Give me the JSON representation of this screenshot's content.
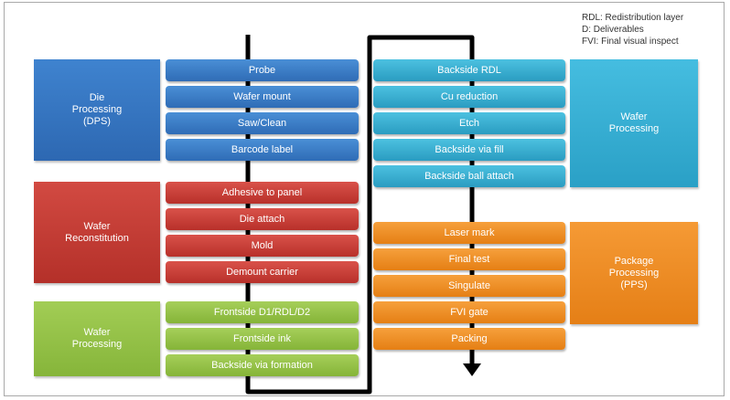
{
  "legend": [
    "RDL: Redistribution layer",
    "D: Deliverables",
    "FVI: Final visual inspect"
  ],
  "groups": {
    "dps": {
      "label": "Die\nProcessing\n(DPS)",
      "steps": [
        "Probe",
        "Wafer mount",
        "Saw/Clean",
        "Barcode label"
      ]
    },
    "reconstitution": {
      "label": "Wafer\nReconstitution",
      "steps": [
        "Adhesive to panel",
        "Die attach",
        "Mold",
        "Demount carrier"
      ]
    },
    "wafer_front": {
      "label": "Wafer\nProcessing",
      "steps": [
        "Frontside D1/RDL/D2",
        "Frontside ink",
        "Backside via formation"
      ]
    },
    "wafer_back": {
      "label": "Wafer\nProcessing",
      "steps": [
        "Backside RDL",
        "Cu reduction",
        "Etch",
        "Backside via fill",
        "Backside ball attach"
      ]
    },
    "pps": {
      "label": "Package\nProcessing\n(PPS)",
      "steps": [
        "Laser mark",
        "Final test",
        "Singulate",
        "FVI gate",
        "Packing"
      ]
    }
  },
  "colors": {
    "blue": "#3a7ac6",
    "red": "#c93c35",
    "green": "#95c245",
    "cyan": "#37afd3",
    "orange": "#ee8c25",
    "flow": "#000000"
  }
}
